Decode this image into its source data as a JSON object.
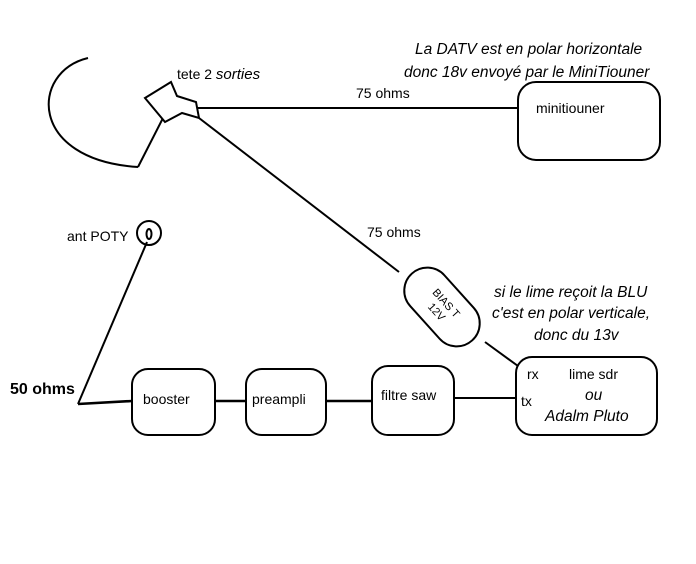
{
  "notes": {
    "datv_line1": "La DATV est en polar horizontale",
    "datv_line2": "donc 18v envoyé par le MiniTiouner",
    "blu_line1": "si le lime reçoit la BLU",
    "blu_line2": "c'est en polar verticale,",
    "blu_line3": "donc du 13v"
  },
  "labels": {
    "tete_prefix": "tete 2",
    "tete_suffix": "sorties",
    "ohms_75_top": "75 ohms",
    "ohms_75_diag": "75 ohms",
    "ant_poty": "ant POTY",
    "ohms_50": "50 ohms"
  },
  "blocks": {
    "minitiouner": "minitiouner",
    "bias_t_line1": "BIAS T",
    "bias_t_line2": "12V",
    "booster": "booster",
    "preampli": "preampli",
    "filtre_saw": "filtre saw",
    "lime_title": "lime sdr",
    "lime_ou": "ou",
    "lime_pluto": "Adalm Pluto",
    "port_rx": "rx",
    "port_tx": "tx"
  }
}
